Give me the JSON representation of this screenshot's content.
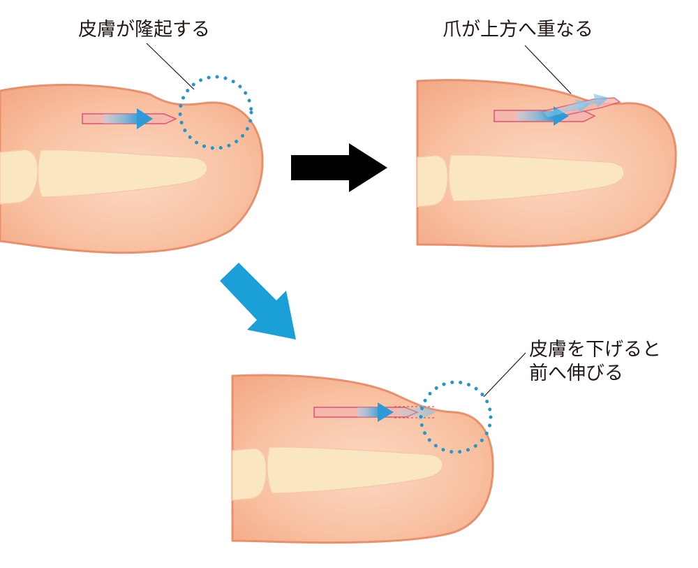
{
  "labels": {
    "top_left": "皮膚が隆起する",
    "top_right": "爪が上方へ重なる",
    "bottom_line1": "皮膚を下げると",
    "bottom_line2": "前へ伸びる"
  },
  "colors": {
    "skin_light": "#fcd9c2",
    "skin_dark": "#f4a985",
    "skin_outline": "#ea8f6c",
    "bone": "#fbe6c2",
    "nail_bed": "#f5b8ad",
    "nail_outline": "#e0526f",
    "nail_blue": "#2f9bd6",
    "dotted_circle": "#2596c9",
    "process_arrow_black": "#000000",
    "process_arrow_blue": "#1a9fd6"
  }
}
